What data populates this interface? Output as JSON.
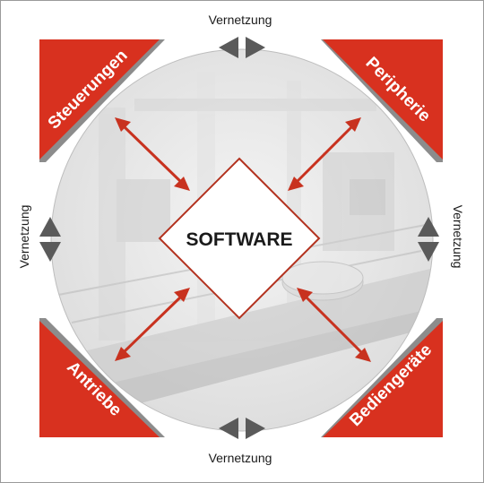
{
  "center_label": "SOFTWARE",
  "corners": {
    "top_left": "Steuerungen",
    "top_right": "Peripherie",
    "bottom_left": "Antriebe",
    "bottom_right": "Bediengeräte"
  },
  "network_labels": {
    "top": "Vernetzung",
    "bottom": "Vernetzung",
    "left": "Vernetzung",
    "right": "Vernetzung"
  },
  "colors": {
    "accent_red": "#d8311f",
    "arrow_red": "#c8321f",
    "gray_band": "#8c8c8c",
    "arrow_gray": "#5a5a5a",
    "circle_fill": "#e9e9e9"
  }
}
